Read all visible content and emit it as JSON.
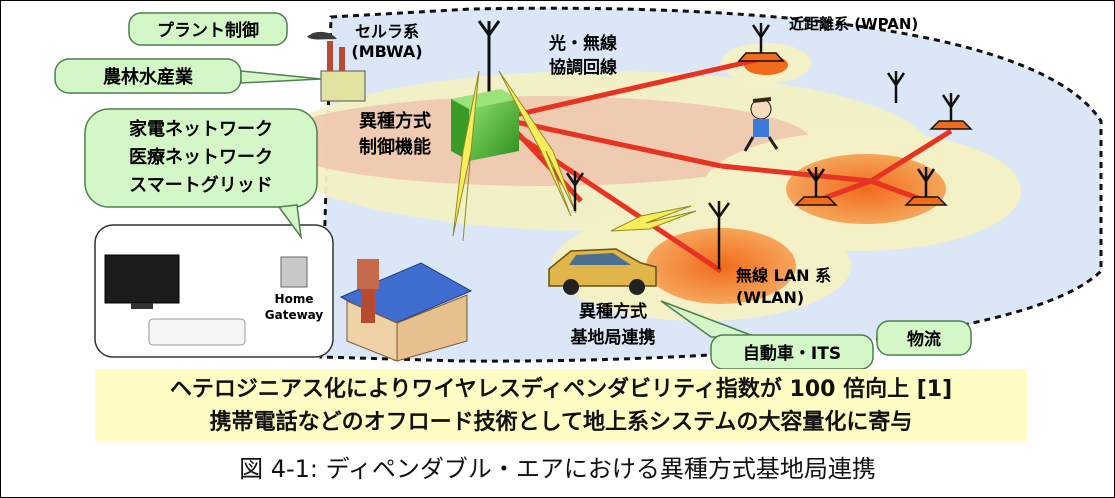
{
  "labels": {
    "plant": "プラント制御",
    "agri": "農林水産業",
    "cellular_1": "セルラ系",
    "cellular_2": "(MBWA)",
    "optical_1": "光・無線",
    "optical_2": "協調回線",
    "short_range": "近距離系 (WPAN)",
    "hetero_1": "異種方式",
    "hetero_2": "制御機能",
    "home_1": "家電ネットワーク",
    "home_2": "医療ネットワーク",
    "home_3": "スマートグリッド",
    "gateway_1": "Home",
    "gateway_2": "Gateway",
    "wlan_1": "無線 LAN 系",
    "wlan_2": "(WLAN)",
    "base_1": "異種方式",
    "base_2": "基地局連携",
    "auto": "自動車・ITS",
    "logistics": "物流"
  },
  "banner": {
    "line1": "ヘテロジニアス化によりワイヤレスディペンダビリティ指数が 100 倍向上 [1]",
    "line2": "携帯電話などのオフロード技術として地上系システムの大容量化に寄与"
  },
  "caption": "図 4-1: ディペンダブル・エアにおける異種方式基地局連携",
  "colors": {
    "callout_fill": "#d4f7c8",
    "callout_border": "#4f7f4f",
    "band_blue": "#d8e6f5",
    "band_yellow": "#f5f2c2",
    "band_pink": "#f0c6ad",
    "orange_core": "#f08a3a",
    "link_red": "#e83222",
    "controller_green": "#3fae2a",
    "banner_fill": "#fffcc4"
  }
}
